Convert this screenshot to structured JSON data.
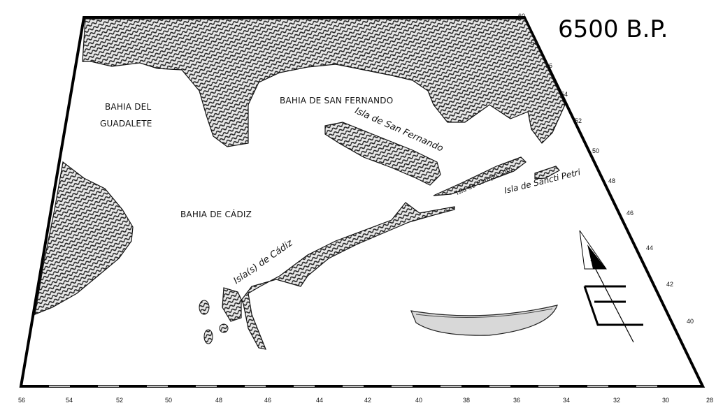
{
  "title": "6500 B.P.",
  "labels": {
    "bahia_guadalete_1": "BAHIA DEL",
    "bahia_guadalete_2": "GUADALETE",
    "bahia_san_fernando": "BAHIA DE SAN FERNANDO",
    "bahia_cadiz": "BAHIA DE CÁDIZ",
    "isla_san_fernando": "Isla de San Fernando",
    "isla_campo_soto": "Isla de Campo Soto",
    "isla_sancti_petri": "Isla de Sancti Petri",
    "islas_cadiz": "Isla(s) de Cádiz"
  },
  "bottom_ticks": [
    "56",
    "54",
    "52",
    "50",
    "48",
    "46",
    "44",
    "42",
    "40",
    "38",
    "36",
    "34",
    "32",
    "30",
    "28"
  ],
  "right_ticks": [
    "60",
    "58",
    "56",
    "54",
    "52",
    "50",
    "48",
    "46",
    "44",
    "42",
    "40"
  ],
  "colors": {
    "land": "#3a3a3a",
    "sea": "#ffffff",
    "frame": "#000000"
  }
}
